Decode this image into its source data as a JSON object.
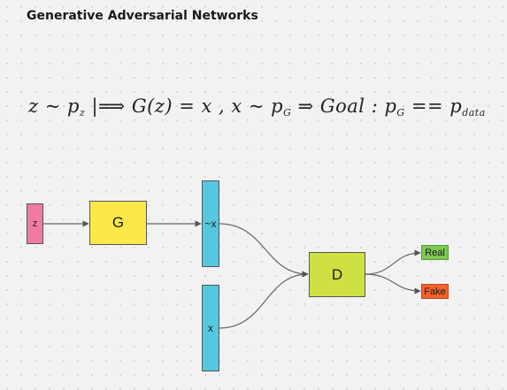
{
  "title": "Generative Adversarial Networks",
  "formula": {
    "z": "z",
    "tilde1": " ~ ",
    "p1": "p",
    "p1_sub": "z",
    "implies1": " |⟹ ",
    "gz": "G(z) = x",
    "comma": " , ",
    "x": "x",
    "tilde2": " ~ ",
    "p2": "p",
    "p2_sub": "G",
    "implies2": " ⇒ ",
    "goal": "Goal :",
    "p3": " p",
    "p3_sub": "G",
    "eq": " == ",
    "p4": "p",
    "p4_sub": "data"
  },
  "nodes": {
    "z": "z",
    "generator": "G",
    "generated_x": "~x",
    "real_x": "x",
    "discriminator": "D",
    "real": "Real",
    "fake": "Fake"
  },
  "colors": {
    "z": "#f07ca6",
    "generator": "#fbe94a",
    "x_blocks": "#55c8df",
    "discriminator": "#cfe043",
    "real": "#7dc956",
    "fake": "#f5622c"
  }
}
